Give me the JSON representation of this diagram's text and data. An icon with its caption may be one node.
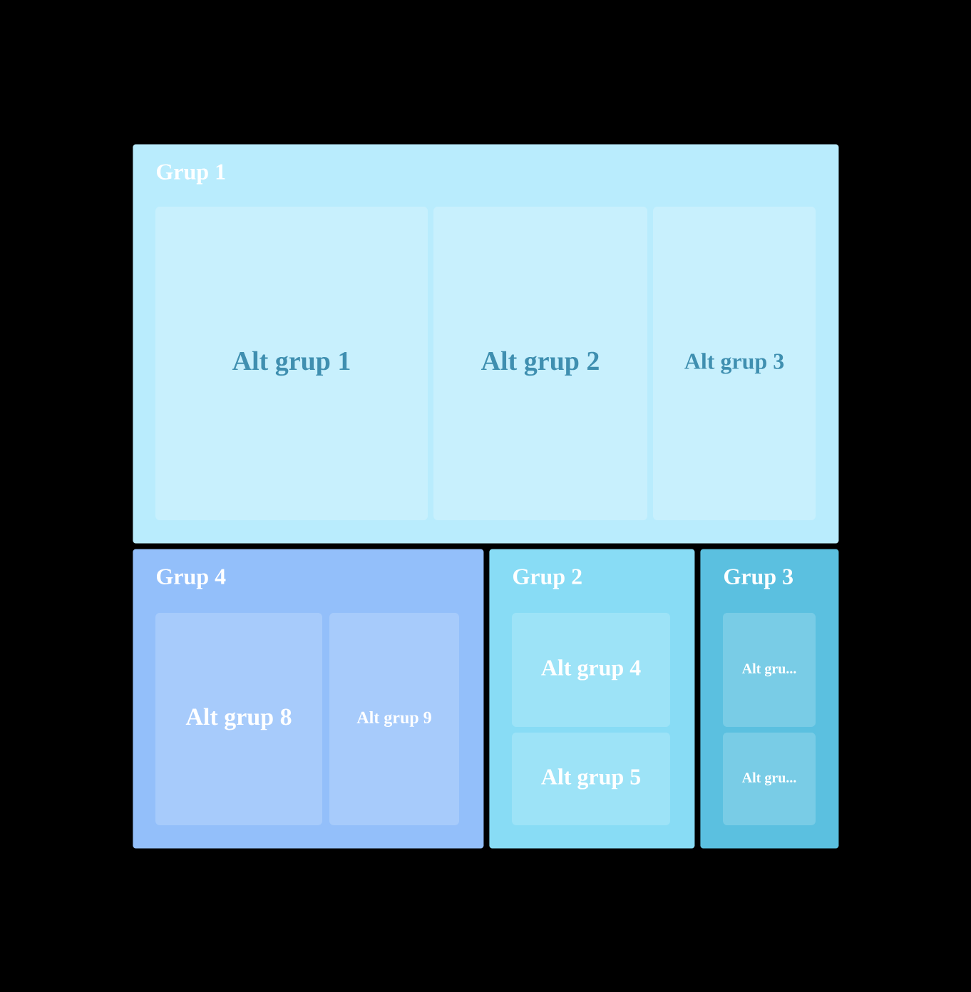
{
  "diagram": {
    "nodes": [
      {
        "text": [
          "Grup 1"
        ]
      },
      {
        "text": [
          "Alt grup 1"
        ],
        "in": 0
      },
      {
        "text": [
          "Alt grup 2"
        ],
        "in": 0
      },
      {
        "text": [
          "Alt grup 3"
        ],
        "in": 0
      },
      {
        "text": [
          "Grup 4"
        ]
      },
      {
        "text": [
          "Alt grup 8"
        ],
        "in": 4
      },
      {
        "text": [
          "Alt grup 9"
        ],
        "in": 4
      },
      {
        "text": [
          "Grup 2"
        ]
      },
      {
        "text": [
          "Alt grup 4"
        ],
        "in": 7
      },
      {
        "text": [
          "Alt grup 5"
        ],
        "in": 7
      },
      {
        "text": [
          "Grup 3"
        ]
      },
      {
        "text": [
          "Alt gru..."
        ],
        "in": 10
      },
      {
        "text": [
          "Alt gru..."
        ],
        "in": 10
      }
    ]
  }
}
